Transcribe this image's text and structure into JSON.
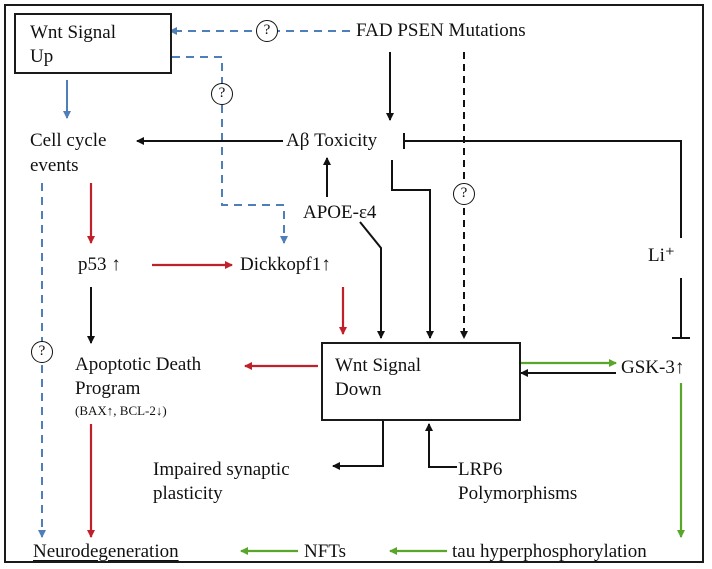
{
  "colors": {
    "black": "#111111",
    "blue": "#4f7fb8",
    "red": "#c0202a",
    "green": "#5aa62a"
  },
  "nodes": {
    "wnt_up_1": "Wnt Signal",
    "wnt_up_2": "Up",
    "fad": "FAD PSEN Mutations",
    "cell_cycle_1": "Cell cycle",
    "cell_cycle_2": "events",
    "abeta": "Aβ Toxicity",
    "apoe": "APOE-ε4",
    "p53": "p53 ↑",
    "dkk": "Dickkopf1↑",
    "li": "Li⁺",
    "apoptotic_1": "Apoptotic Death",
    "apoptotic_2": "Program",
    "apoptotic_3": "(BAX↑, BCL-2↓)",
    "wnt_down_1": "Wnt Signal",
    "wnt_down_2": "Down",
    "gsk": "GSK-3↑",
    "synaptic_1": "Impaired synaptic",
    "synaptic_2": "plasticity",
    "lrp6_1": "LRP6",
    "lrp6_2": "Polymorphisms",
    "neuro": "Neurodegeneration",
    "nfts": "NFTs",
    "tau": "tau hyperphosphorylation"
  },
  "unknown_marker": "?"
}
